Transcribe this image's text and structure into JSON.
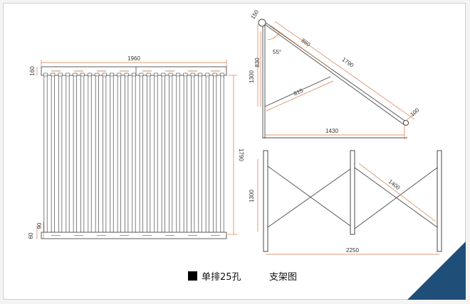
{
  "caption": {
    "part1": "单排25孔",
    "part2": "支架图"
  },
  "front_view": {
    "width_label": "1960",
    "top_offset_label": "160",
    "height_label": "1790",
    "bottom_a_label": "60",
    "bottom_b_label": "90",
    "tube_count": 25
  },
  "side_view": {
    "top_label": "150",
    "height_label": "1300",
    "upper_label": "830",
    "angle_label": "55°",
    "segment_label": "860",
    "length_label": "1790",
    "brace_label": "815",
    "foot_label": "100",
    "base_label": "1430"
  },
  "rear_view": {
    "height_label": "1300",
    "diag_label": "1400",
    "width_label": "2250"
  },
  "colors": {
    "dimension": "#d8763f",
    "frame": "#4a4a4a",
    "corner": "#1f4e79"
  }
}
